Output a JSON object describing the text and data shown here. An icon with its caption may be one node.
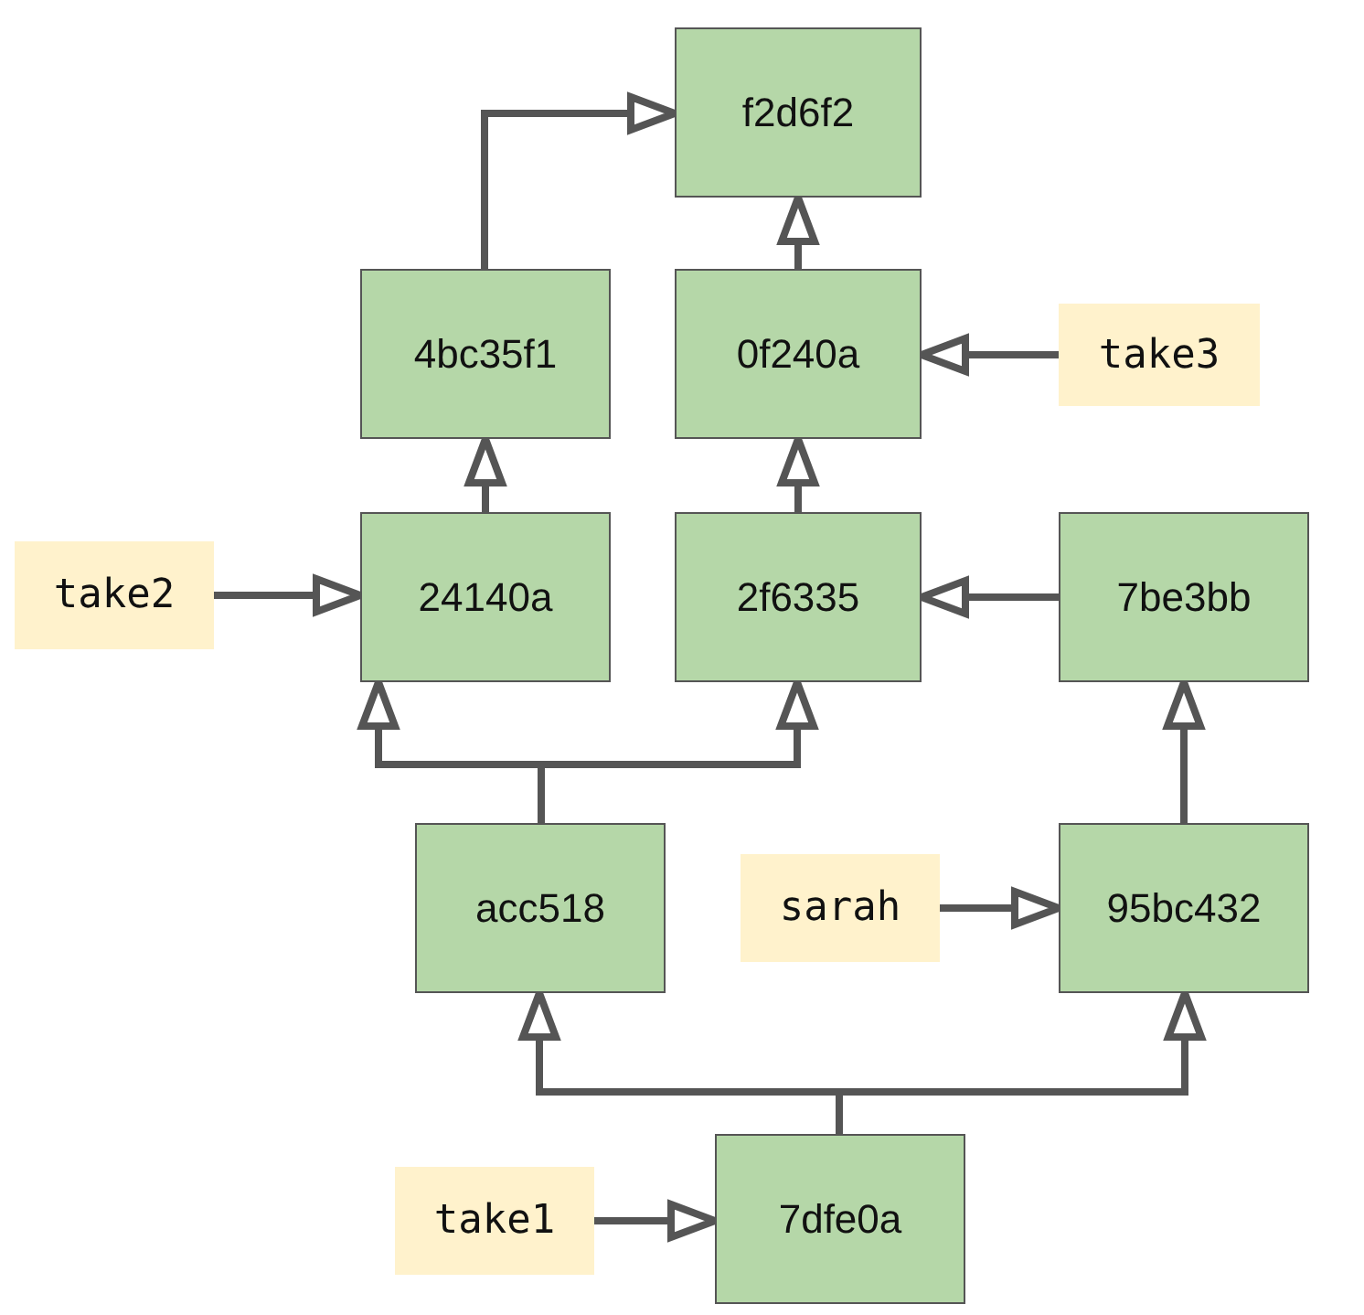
{
  "diagram": {
    "nodes": [
      {
        "text": [
          "f2d6f2"
        ]
      },
      {
        "text": [
          "4bc35f1"
        ]
      },
      {
        "text": [
          "0f240a"
        ]
      },
      {
        "text": [
          "take3"
        ]
      },
      {
        "text": [
          "take2"
        ]
      },
      {
        "text": [
          "24140a"
        ]
      },
      {
        "text": [
          "2f6335"
        ]
      },
      {
        "text": [
          "7be3bb"
        ]
      },
      {
        "text": [
          "acc518"
        ]
      },
      {
        "text": [
          "sarah"
        ]
      },
      {
        "text": [
          "95bc432"
        ]
      },
      {
        "text": [
          "take1"
        ]
      },
      {
        "text": [
          "7dfe0a"
        ]
      }
    ],
    "edges": [
      {
        "from": 1,
        "to": 0,
        "arrow": "to"
      },
      {
        "from": 2,
        "to": 0,
        "arrow": "to"
      },
      {
        "from": 3,
        "to": 2,
        "arrow": "to"
      },
      {
        "from": 4,
        "to": 5,
        "arrow": "to"
      },
      {
        "from": 5,
        "to": 1,
        "arrow": "to"
      },
      {
        "from": 6,
        "to": 2,
        "arrow": "to"
      },
      {
        "from": 7,
        "to": 6,
        "arrow": "to"
      },
      {
        "from": 8,
        "to": 5,
        "arrow": "to"
      },
      {
        "from": 8,
        "to": 6,
        "arrow": "to"
      },
      {
        "from": 9,
        "to": 10,
        "arrow": "to"
      },
      {
        "from": 10,
        "to": 7,
        "arrow": "to"
      },
      {
        "from": 11,
        "to": 12,
        "arrow": "to"
      },
      {
        "from": 12,
        "to": 8,
        "arrow": "to"
      },
      {
        "from": 12,
        "to": 10,
        "arrow": "to"
      }
    ]
  }
}
